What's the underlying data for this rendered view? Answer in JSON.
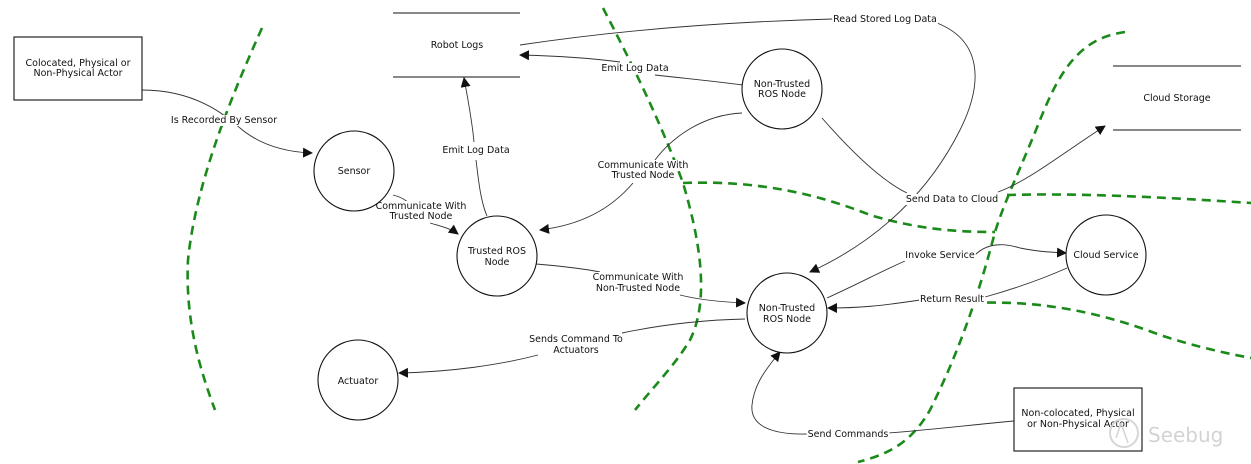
{
  "diagram": {
    "colors": {
      "boundary": "#1a8a1a",
      "stroke": "#111111",
      "edge": "#333333"
    },
    "external_entities": [
      {
        "id": "colocated-actor",
        "lines": [
          "Colocated, Physical or",
          "Non-Physical Actor"
        ]
      },
      {
        "id": "noncolocated-actor",
        "lines": [
          "Non-colocated, Physical",
          "or Non-Physical Actor"
        ]
      }
    ],
    "processes": [
      {
        "id": "sensor",
        "lines": [
          "Sensor"
        ]
      },
      {
        "id": "trusted-ros-node",
        "lines": [
          "Trusted ROS",
          "Node"
        ]
      },
      {
        "id": "non-trusted-ros-node-top",
        "lines": [
          "Non-Trusted",
          "ROS Node"
        ]
      },
      {
        "id": "non-trusted-ros-node",
        "lines": [
          "Non-Trusted",
          "ROS Node"
        ]
      },
      {
        "id": "actuator",
        "lines": [
          "Actuator"
        ]
      },
      {
        "id": "cloud-service",
        "lines": [
          "Cloud Service"
        ]
      }
    ],
    "data_stores": [
      {
        "id": "robot-logs",
        "label": "Robot Logs"
      },
      {
        "id": "cloud-storage",
        "label": "Cloud Storage"
      }
    ],
    "flows": [
      {
        "id": "is-recorded-by-sensor",
        "lines": [
          "Is Recorded By Sensor"
        ]
      },
      {
        "id": "sensor-to-trusted",
        "lines": [
          "Communicate With",
          "Trusted Node"
        ]
      },
      {
        "id": "trusted-emit-log",
        "lines": [
          "Emit Log Data"
        ]
      },
      {
        "id": "nontrusted-emit-log",
        "lines": [
          "Emit Log Data"
        ]
      },
      {
        "id": "read-stored-log",
        "lines": [
          "Read Stored Log Data"
        ]
      },
      {
        "id": "nontrusted-to-trusted",
        "lines": [
          "Communicate With",
          "Trusted Node"
        ]
      },
      {
        "id": "trusted-to-nontrusted",
        "lines": [
          "Communicate With",
          "Non-Trusted Node"
        ]
      },
      {
        "id": "sends-command",
        "lines": [
          "Sends Command To",
          "Actuators"
        ]
      },
      {
        "id": "send-data-to-cloud",
        "lines": [
          "Send Data to Cloud"
        ]
      },
      {
        "id": "invoke-service",
        "lines": [
          "Invoke Service"
        ]
      },
      {
        "id": "return-result",
        "lines": [
          "Return Result"
        ]
      },
      {
        "id": "send-commands",
        "lines": [
          "Send Commands"
        ]
      }
    ],
    "watermark": "Seebug"
  }
}
